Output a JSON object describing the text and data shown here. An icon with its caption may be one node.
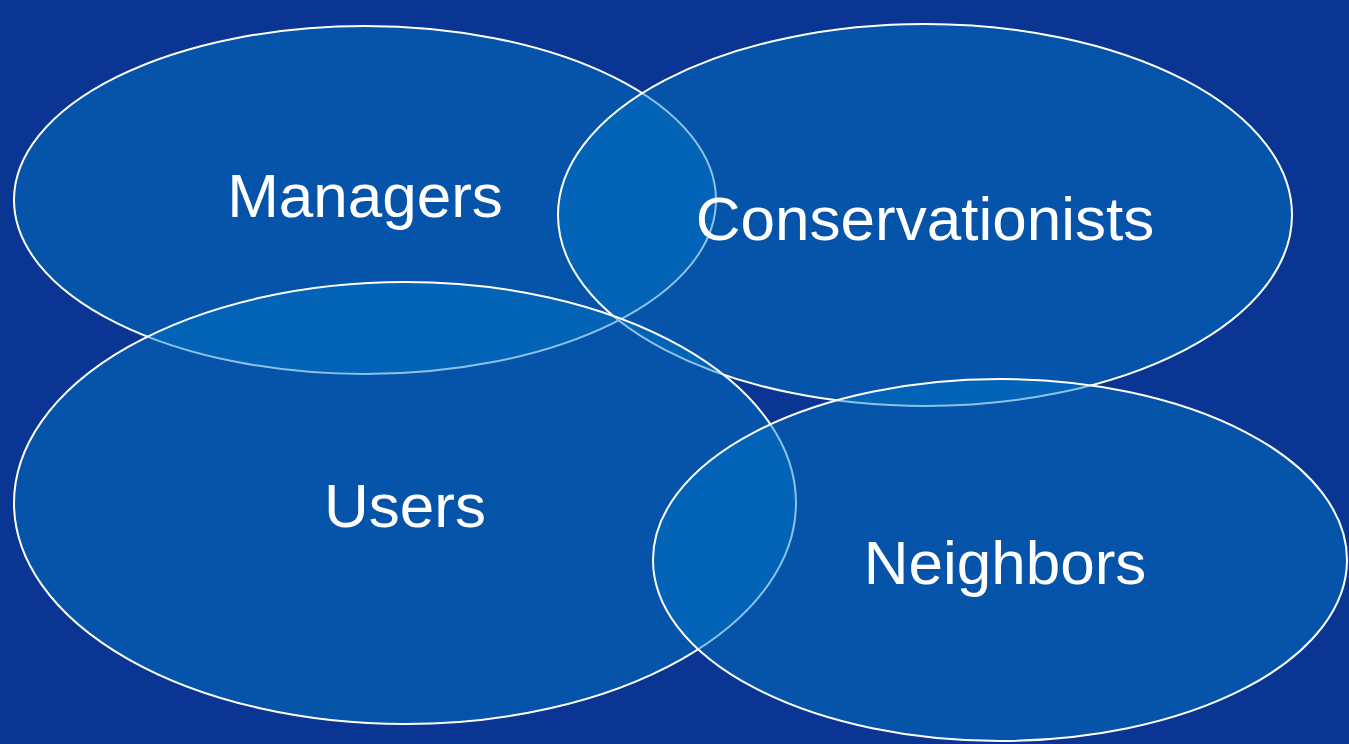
{
  "diagram": {
    "nodes": [
      {
        "text": [
          "Managers"
        ]
      },
      {
        "text": [
          "Conservationists"
        ]
      },
      {
        "text": [
          "Users"
        ]
      },
      {
        "text": [
          "Neighbors"
        ]
      }
    ]
  }
}
